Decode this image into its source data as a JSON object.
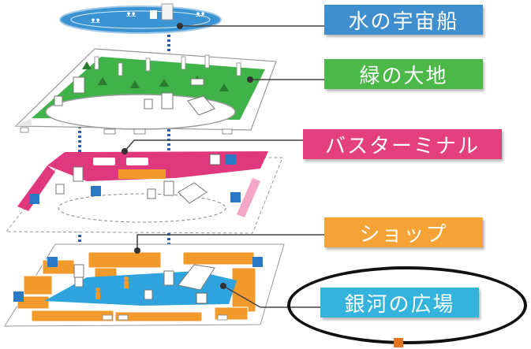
{
  "floors": [
    {
      "id": "water",
      "label": "水の宇宙船",
      "color": "#3f8fcf"
    },
    {
      "id": "green",
      "label": "緑の大地",
      "color": "#4cb848"
    },
    {
      "id": "bus",
      "label": "バスターミナル",
      "color": "#e5407e"
    },
    {
      "id": "shop",
      "label": "ショップ",
      "color": "#f5a337"
    },
    {
      "id": "galaxy",
      "label": "銀河の広場",
      "color": "#34b3dc"
    }
  ],
  "highlight": {
    "target": "galaxy",
    "shape": "ellipse"
  },
  "icons": {
    "elevator": "elevator-icon",
    "stairs": "stairs-icon",
    "restroom": "restroom-icon",
    "bus": "bus-icon",
    "info": "info-icon",
    "tree": "tree-icon",
    "person": "person-icon"
  },
  "colors": {
    "connector_line": "#444444",
    "elevator_shaft": "#2b5fb5",
    "deck_outline": "#999999",
    "water_blue": "#3a93d3",
    "green_field": "#3fb34a",
    "bus_pink": "#e0387c",
    "shop_orange": "#f39a2c",
    "galaxy_blue": "#2fa3de"
  }
}
